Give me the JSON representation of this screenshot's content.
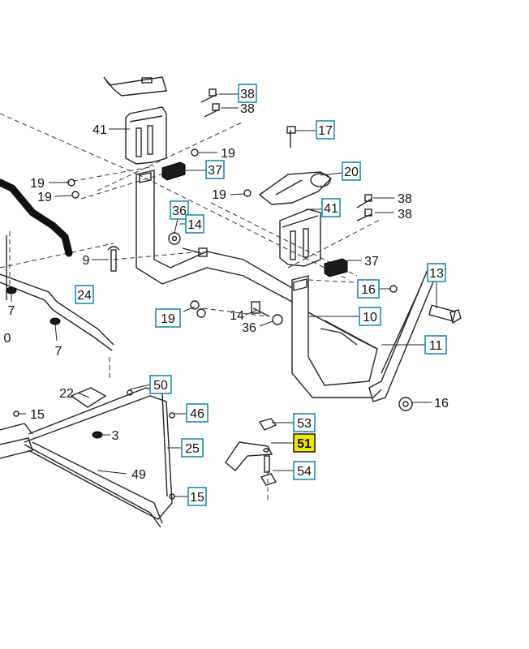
{
  "labels": {
    "b38a": "38",
    "b38b": "38",
    "t41a": "41",
    "b17": "17",
    "t19a": "19",
    "b37a": "37",
    "b20": "20",
    "t19l1": "19",
    "t19l2": "19",
    "t19m": "19",
    "b36a": "36",
    "b14a": "14",
    "t41b": "41",
    "t38c": "38",
    "t38d": "38",
    "t9": "9",
    "t37b": "37",
    "b13": "13",
    "t7a": "7",
    "b24": "24",
    "b16": "16",
    "b19b": "19",
    "t14b": "14",
    "b10": "10",
    "t0": "0",
    "t36b": "36",
    "t7b": "7",
    "b11": "11",
    "b50": "50",
    "t22": "22",
    "t15a": "15",
    "b46": "46",
    "t16b": "16",
    "b53": "53",
    "t3": "3",
    "b51": "51",
    "b25": "25",
    "b54": "54",
    "t49": "49",
    "b15b": "15"
  },
  "colors": {
    "box_border": "#1a8cb8",
    "highlight": "#f2e600",
    "ink": "#111111"
  }
}
